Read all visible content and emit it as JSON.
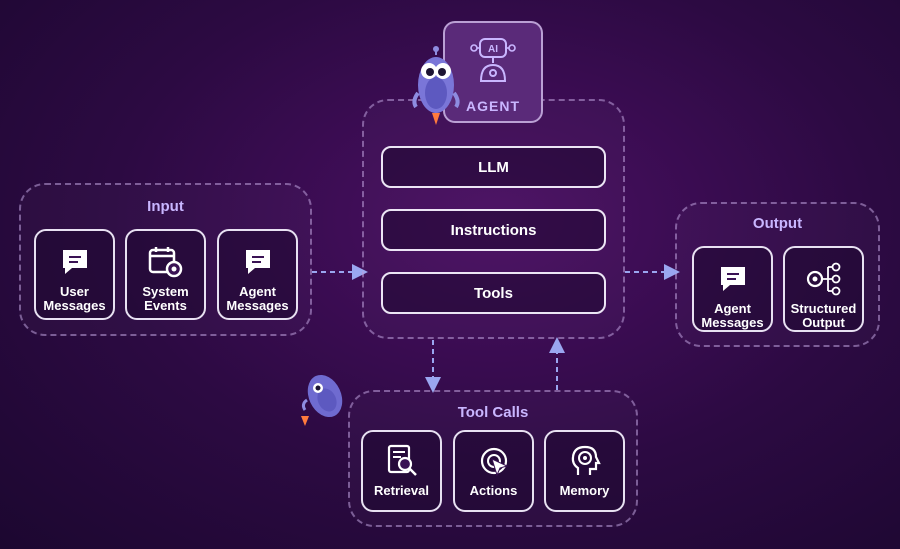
{
  "agent": {
    "label": "AGENT",
    "ai_badge": "AI",
    "core": [
      "LLM",
      "Instructions",
      "Tools"
    ]
  },
  "input": {
    "title": "Input",
    "items": [
      {
        "label": "User\nMessages",
        "icon": "chat-bubble-icon"
      },
      {
        "label": "System\nEvents",
        "icon": "calendar-gear-icon"
      },
      {
        "label": "Agent\nMessages",
        "icon": "chat-bubble-icon"
      }
    ]
  },
  "output": {
    "title": "Output",
    "items": [
      {
        "label": "Agent\nMessages",
        "icon": "chat-bubble-icon"
      },
      {
        "label": "Structured\nOutput",
        "icon": "gear-flow-icon"
      }
    ]
  },
  "tool_calls": {
    "title": "Tool Calls",
    "items": [
      {
        "label": "Retrieval",
        "icon": "document-search-icon"
      },
      {
        "label": "Actions",
        "icon": "cursor-target-icon"
      },
      {
        "label": "Memory",
        "icon": "head-brain-icon"
      }
    ]
  },
  "colors": {
    "background": "#2c0a42",
    "accent": "#c9b6ff",
    "border": "#e8e1f2",
    "connector": "#9aa6f0"
  }
}
